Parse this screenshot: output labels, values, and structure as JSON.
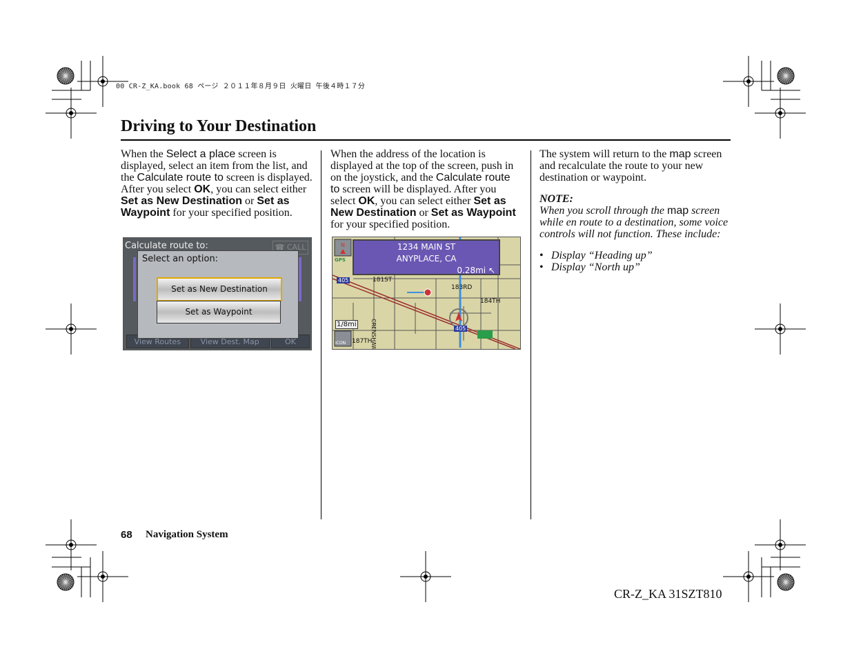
{
  "print_header": "00 CR-Z_KA.book  68 ページ  ２０１１年８月９日  火曜日  午後４時１７分",
  "page_title": "Driving to Your Destination",
  "columns": [
    {
      "paragraphs": [
        [
          {
            "t": "When the ",
            "f": "r"
          },
          {
            "t": "Select a place",
            "f": "s"
          },
          {
            "t": " screen is displayed, select an item from the list, and the ",
            "f": "r"
          },
          {
            "t": "Calculate route to",
            "f": "s"
          },
          {
            "t": " screen is displayed. After you select ",
            "f": "r"
          },
          {
            "t": "OK",
            "f": "b"
          },
          {
            "t": ", you can select either ",
            "f": "r"
          },
          {
            "t": "Set as New Destination",
            "f": "b"
          },
          {
            "t": " or ",
            "f": "r"
          },
          {
            "t": "Set as Waypoint",
            "f": "b"
          },
          {
            "t": " for your specified position.",
            "f": "r"
          }
        ]
      ]
    },
    {
      "paragraphs": [
        [
          {
            "t": "When the address of the location is displayed at the top of the screen, push in on the joystick, and the ",
            "f": "r"
          },
          {
            "t": "Calculate route to",
            "f": "s"
          },
          {
            "t": " screen will be displayed. After you select ",
            "f": "r"
          },
          {
            "t": "OK",
            "f": "b"
          },
          {
            "t": ", you can select either ",
            "f": "r"
          },
          {
            "t": "Set as New Destination",
            "f": "b"
          },
          {
            "t": " or ",
            "f": "r"
          },
          {
            "t": "Set as Waypoint",
            "f": "b"
          },
          {
            "t": " for your specified position.",
            "f": "r"
          }
        ]
      ]
    },
    {
      "paragraphs": [
        [
          {
            "t": "The system will return to the ",
            "f": "r"
          },
          {
            "t": "map",
            "f": "s"
          },
          {
            "t": " screen and recalculate the route to your new destination or waypoint.",
            "f": "r"
          }
        ]
      ],
      "note_label": "NOTE:",
      "note": [
        {
          "t": "When you scroll through the ",
          "f": "i"
        },
        {
          "t": "map",
          "f": "s"
        },
        {
          "t": " screen while en route to a destination, some voice controls will not function. These include:",
          "f": "i"
        }
      ],
      "bullets": [
        "Display “Heading up”",
        "Display “North up”"
      ]
    }
  ],
  "screen1": {
    "background_title": "Calculate route to:",
    "call_button": "CALL",
    "dialog_title": "Select an option:",
    "options": [
      "Set as New Destination",
      "Set as Waypoint"
    ],
    "selected_option": "Set as New Destination",
    "bottom_buttons": [
      "View Routes",
      "View Dest. Map",
      "OK"
    ]
  },
  "screen2": {
    "address_line1": "1234 MAIN ST",
    "address_line2": "ANYPLACE, CA",
    "distance": "0.28mi",
    "gps_label": "GPS",
    "scale": "1/8mi",
    "icon_button": "ICON",
    "streets": [
      "181ST",
      "183RD",
      "184TH",
      "187TH",
      "CRENSHAW"
    ],
    "freeway": "405",
    "colors": {
      "address_box": "#6a57b3",
      "map_bg": "#d9d5a6",
      "route": "#3f8fdc",
      "freeway": "#9b2b2b"
    }
  },
  "footer": {
    "page_number": "68",
    "section": "Navigation System",
    "code": "CR-Z_KA  31SZT810"
  }
}
